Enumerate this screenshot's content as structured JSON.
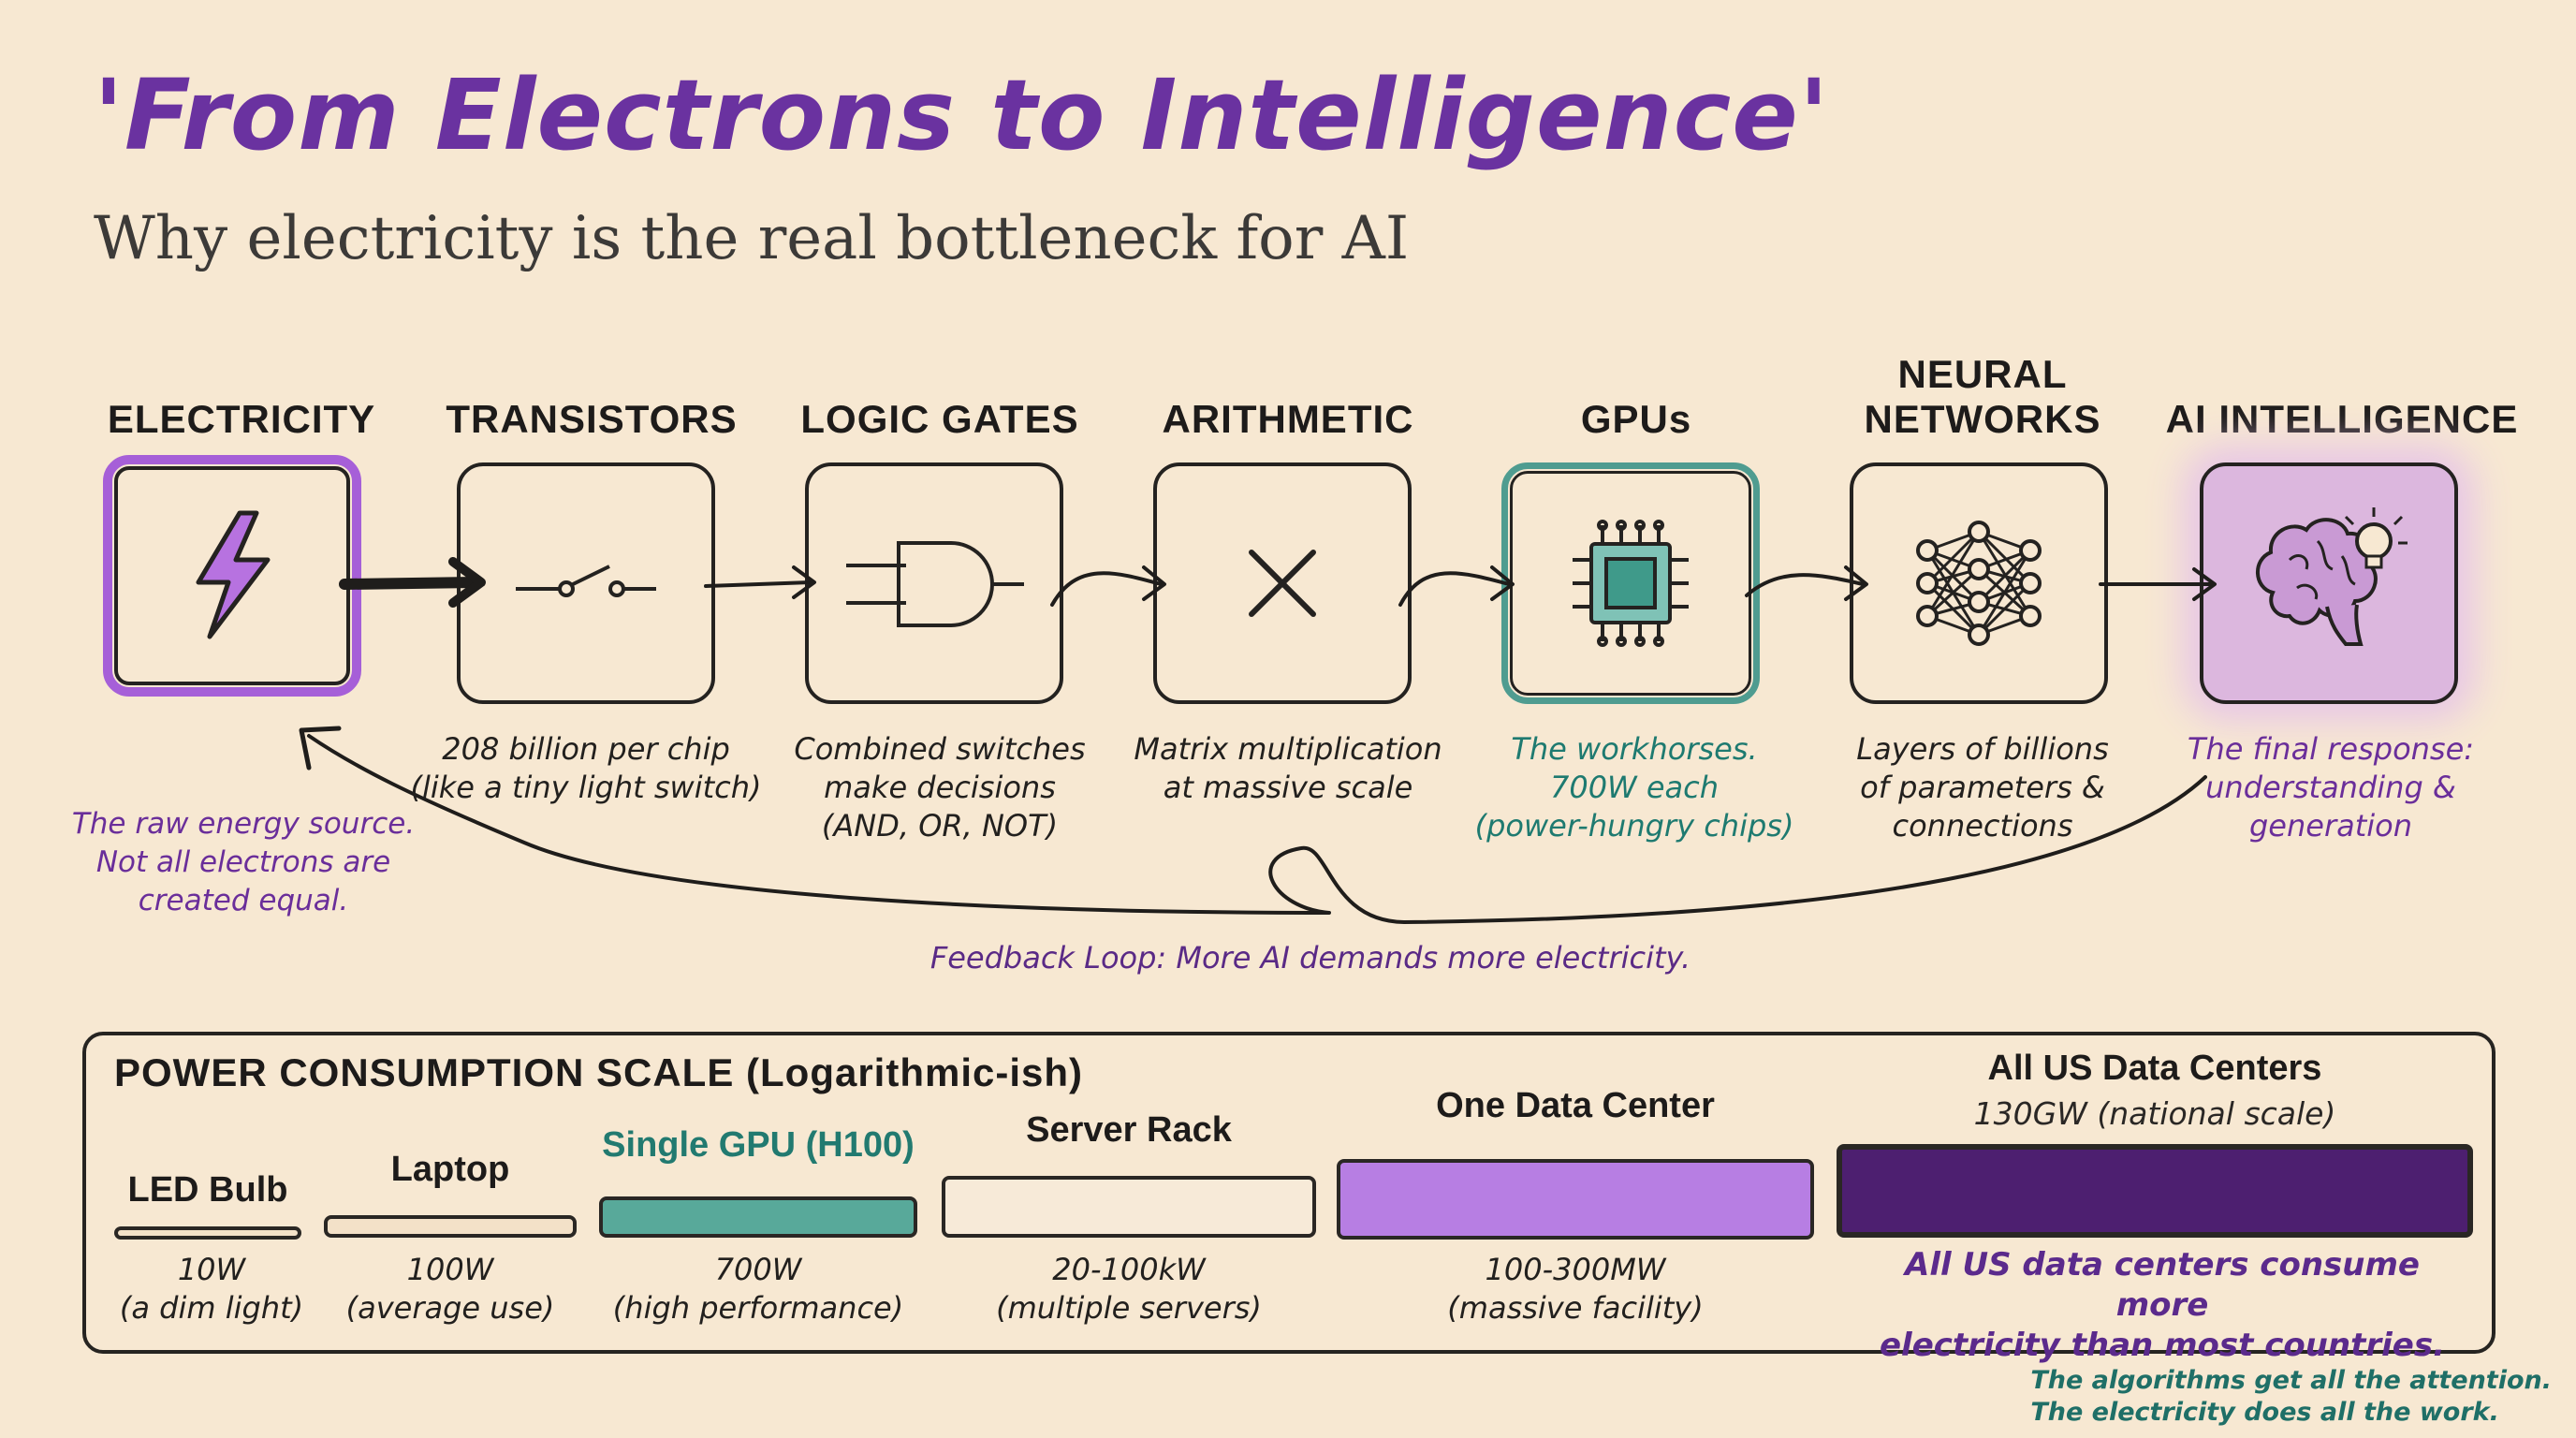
{
  "title": "'From Electrons to Intelligence'",
  "subtitle": "Why electricity is the real bottleneck for AI",
  "stages": [
    {
      "label": "ELECTRICITY",
      "icon": "lightning-bolt-icon",
      "desc": ""
    },
    {
      "label": "TRANSISTORS",
      "icon": "switch-icon",
      "desc": "208 billion per chip\n(like a tiny light switch)"
    },
    {
      "label": "LOGIC GATES",
      "icon": "and-gate-icon",
      "desc": "Combined switches\nmake decisions\n(AND, OR, NOT)"
    },
    {
      "label": "ARITHMETIC",
      "icon": "multiply-icon",
      "desc": "Matrix multiplication\nat massive scale"
    },
    {
      "label": "GPUs",
      "icon": "chip-icon",
      "desc": "The workhorses.\n700W each\n(power-hungry chips)"
    },
    {
      "label": "NEURAL\nNETWORKS",
      "icon": "neural-network-icon",
      "desc": "Layers of billions\nof parameters &\nconnections"
    },
    {
      "label": "AI INTELLIGENCE",
      "icon": "brain-lightbulb-icon",
      "desc": "The final response:\nunderstanding &\ngeneration"
    }
  ],
  "electricity_note": "The raw energy source.\nNot all electrons are\ncreated equal.",
  "feedback_loop": "Feedback Loop: More AI demands more electricity.",
  "power_scale": {
    "title": "POWER CONSUMPTION SCALE (Logarithmic-ish)",
    "items": [
      {
        "name": "LED Bulb",
        "value": "10W\n(a dim light)",
        "color": "#f3e1c8"
      },
      {
        "name": "Laptop",
        "value": "100W\n(average use)",
        "color": "#f3e1c8"
      },
      {
        "name": "Single GPU (H100)",
        "value": "700W\n(high performance)",
        "color": "#58a99a"
      },
      {
        "name": "Server Rack",
        "value": "20-100kW\n(multiple servers)",
        "color": "#f7ead8"
      },
      {
        "name": "One Data Center",
        "value": "100-300MW\n(massive facility)",
        "color": "#b77ee3"
      },
      {
        "name": "All US Data Centers",
        "subtitle": "130GW (national scale)",
        "value": "",
        "color": "#4d1f70"
      }
    ],
    "us_note": "All US data centers consume more\nelectricity than most countries."
  },
  "footer": "The algorithms get all the attention.\nThe electricity does all the work.",
  "colors": {
    "accent_purple": "#6a32a0",
    "teal": "#4f9c90",
    "background": "#f7e8d2"
  }
}
